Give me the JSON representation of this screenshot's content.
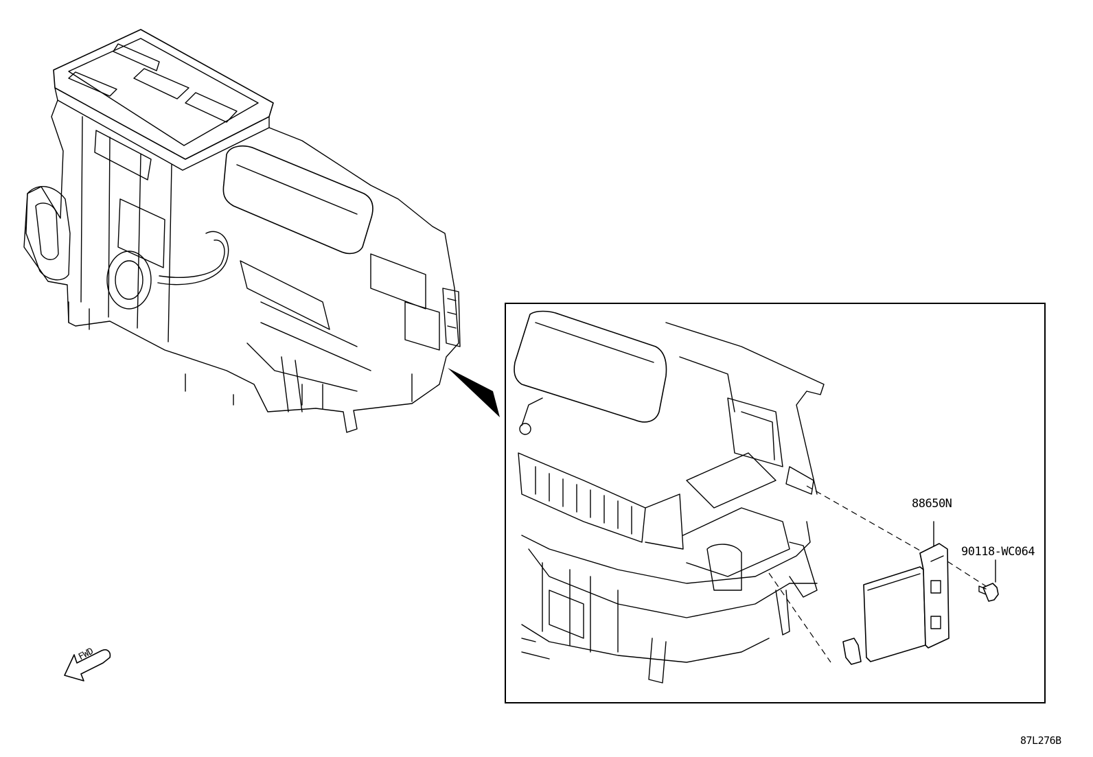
{
  "labels": {
    "part_88650n": "88650N",
    "part_90118": "90118-WC064",
    "drawing_code": "87L276B",
    "fwd": "FWD"
  },
  "colors": {
    "line": "#000000",
    "background": "#ffffff"
  }
}
